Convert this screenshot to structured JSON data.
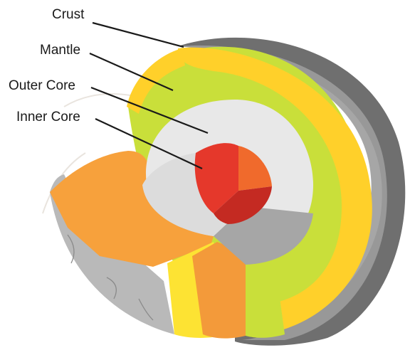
{
  "labels": {
    "crust": "Crust",
    "mantle": "Mantle",
    "outer_core": "Outer Core",
    "inner_core": "Inner Core"
  },
  "colors": {
    "crust_outer": "#6f6f6f",
    "crust_inner": "#a9a9a9",
    "mantle_yellow": "#ffd02a",
    "mantle_green": "#c9df3a",
    "mantle_orange": "#f7a13c",
    "outer_core": "#e6e6e6",
    "inner_core_red": "#e5382b",
    "inner_core_orange": "#f06a2c",
    "pointer_line": "#1a1a1a"
  }
}
